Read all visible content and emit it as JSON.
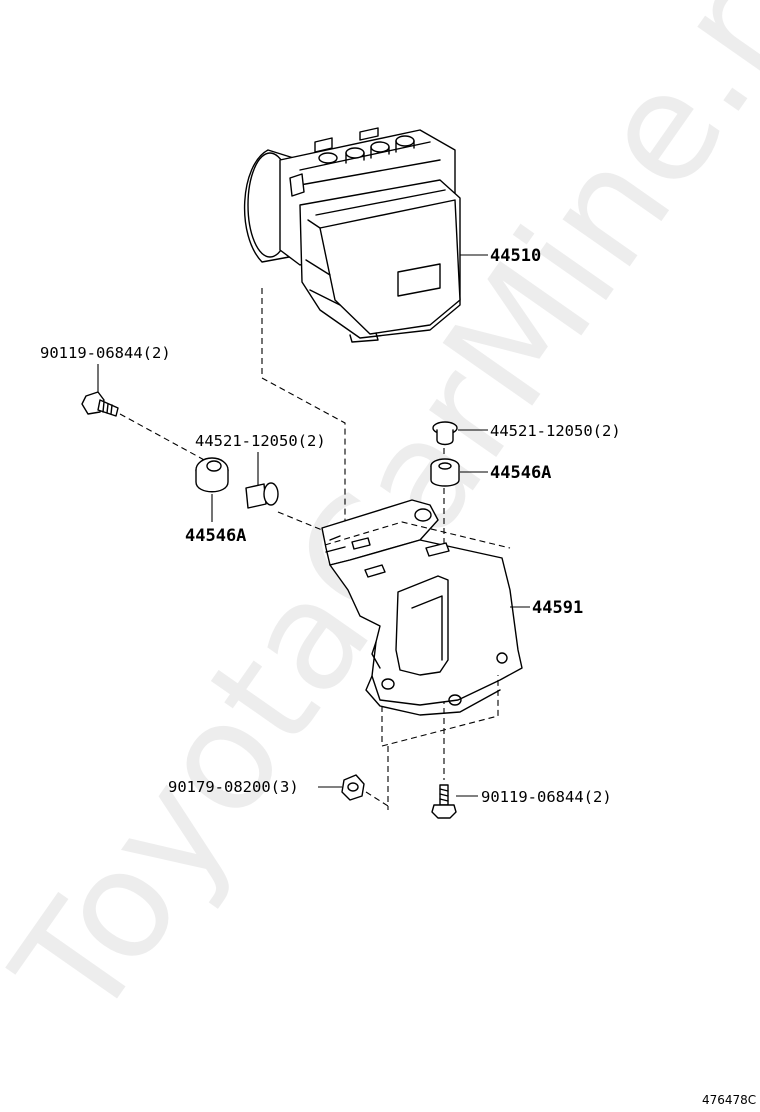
{
  "watermark": "ToyotaCarMine.ru",
  "figure_number": "476478C",
  "callouts": {
    "abs_actuator": "44510",
    "bolt_top_left": "90119-06844(2)",
    "collar_left": "44521-12050(2)",
    "grommet_left": "44546A",
    "collar_right": "44521-12050(2)",
    "grommet_right": "44546A",
    "bracket": "44591",
    "nut_bottom": "90179-08200(3)",
    "bolt_bottom": "90119-06844(2)"
  }
}
